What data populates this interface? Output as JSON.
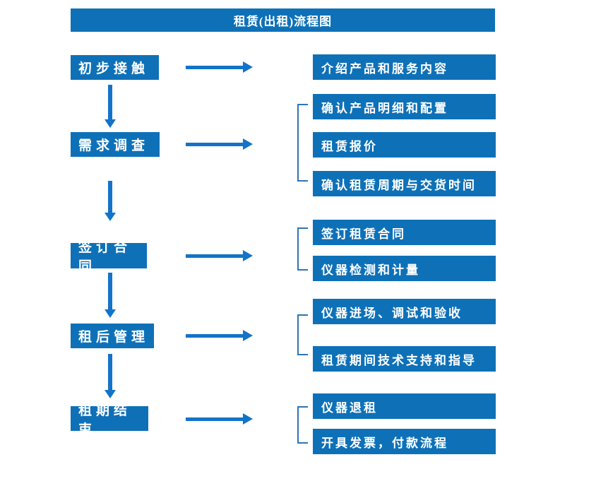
{
  "title": "租赁(出租)流程图",
  "diagram_type": "flowchart",
  "colors": {
    "box_blue": "#0e71b8",
    "arrow_blue": "#1373c8",
    "bracket_blue": "#2e75b6",
    "text_white": "#ffffff",
    "page_bg": "#ffffff"
  },
  "rows": [
    {
      "step": "初步接触",
      "outputs": [
        "介绍产品和服务内容"
      ],
      "bracket": false
    },
    {
      "step": "需求调查",
      "outputs": [
        "确认产品明细和配置",
        "租赁报价",
        "确认租赁周期与交货时间"
      ],
      "bracket": true
    },
    {
      "step": "签订合同",
      "outputs": [
        "签订租赁合同",
        "仪器检测和计量"
      ],
      "bracket": true
    },
    {
      "step": "租后管理",
      "outputs": [
        "仪器进场、调试和验收",
        "租赁期间技术支持和指导"
      ],
      "bracket": true
    },
    {
      "step": "租期结束",
      "outputs": [
        "仪器退租",
        "开具发票，付款流程"
      ],
      "bracket": true
    }
  ],
  "connectors": {
    "horizontal_arrow_count": 5,
    "vertical_arrow_count": 4,
    "bracket_count": 4,
    "flow_direction": "top-to-bottom, left-to-right"
  }
}
